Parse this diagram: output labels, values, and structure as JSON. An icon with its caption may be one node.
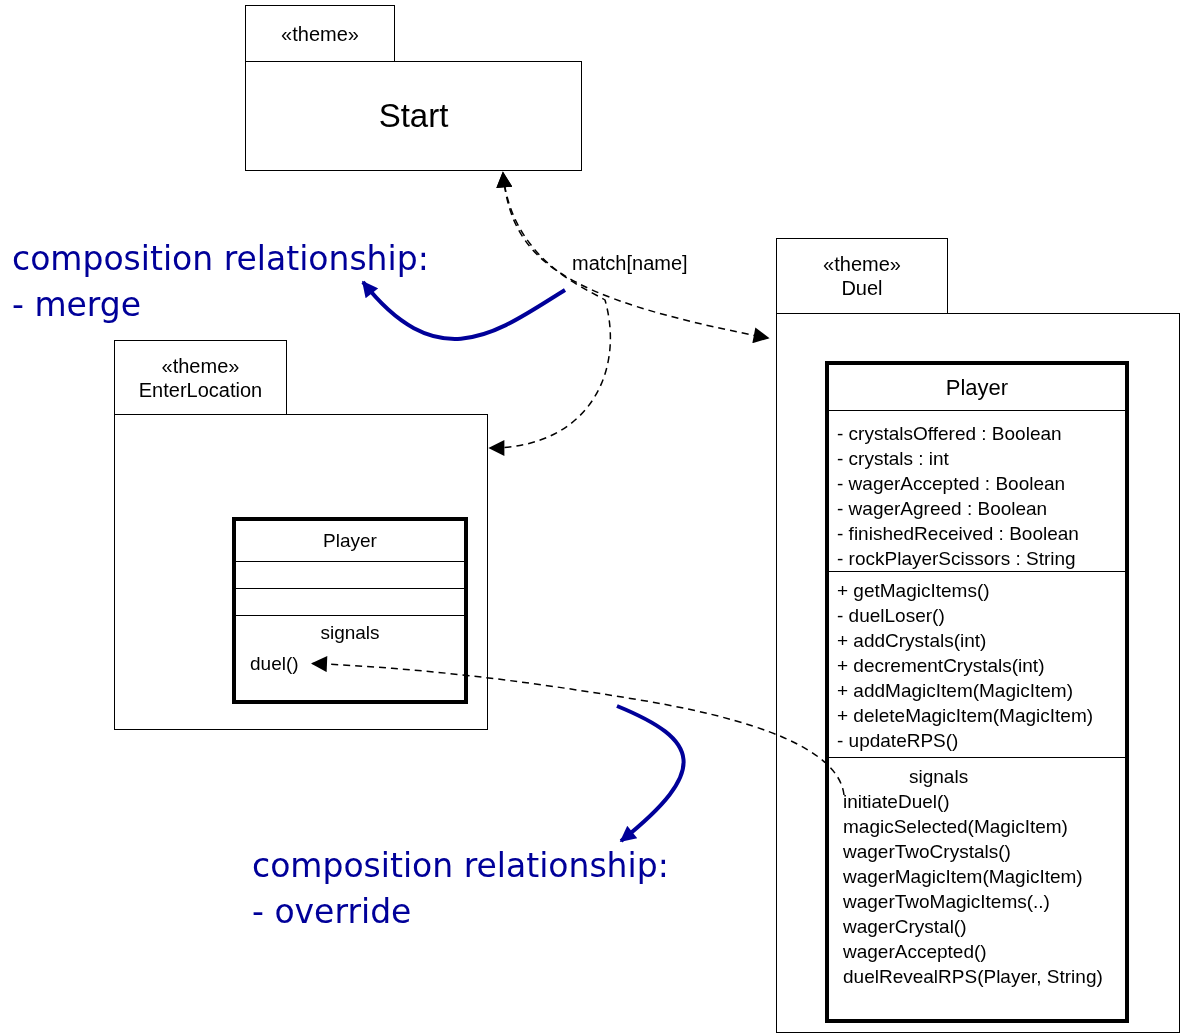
{
  "diagram": {
    "nodes": [
      {
        "text": [
          "«theme»",
          "Start"
        ]
      },
      {
        "text": [
          "composition relationship: - merge"
        ]
      },
      {
        "text": [
          "«theme» Duel"
        ]
      },
      {
        "text": [
          "«theme» EnterLocation"
        ]
      },
      {
        "text": [
          "Player",
          "signals"
        ],
        "in": 3
      },
      {
        "text": [
          "duel()"
        ],
        "in": 4
      },
      {
        "text": [
          "Player",
          "- crystalsOffered : Boolean",
          "- crystals : int",
          "- wagerAccepted : Boolean",
          "- wagerAgreed : Boolean",
          "- finishedReceived : Boolean",
          "- rockPlayerScissors : String",
          "+ getMagicItems()",
          "- duelLoser()",
          "+ addCrystals(int)",
          "+ decrementCrystals(int)",
          "+ addMagicItem(MagicItem)",
          "+ deleteMagicItem(MagicItem)",
          "- updateRPS()",
          "signals",
          "magicSelected(MagicItem)",
          "wagerTwoCrystals()",
          "wagerMagicItem(MagicItem)",
          "wagerTwoMagicItems(..)",
          "wagerCrystal()",
          "wagerAccepted()",
          "duelRevealRPS(Player, String)"
        ],
        "in": 2
      },
      {
        "text": [
          "initiateDuel()"
        ],
        "in": 6
      },
      {
        "text": [
          "composition relationship: - override"
        ]
      }
    ],
    "edges": [
      {
        "from": 0,
        "to": 2,
        "arrow": "both",
        "label": "match[name]",
        "style": "dashed"
      },
      {
        "from": 0,
        "to": 3,
        "arrow": "both",
        "style": "dashed"
      },
      {
        "from": 7,
        "to": 5,
        "arrow": "to",
        "style": "dashed"
      },
      {
        "from": null,
        "to": 1,
        "arrow": "to",
        "style": "thick",
        "color": "#000099"
      },
      {
        "from": null,
        "to": 8,
        "arrow": "to",
        "style": "thick",
        "color": "#000099"
      }
    ]
  }
}
